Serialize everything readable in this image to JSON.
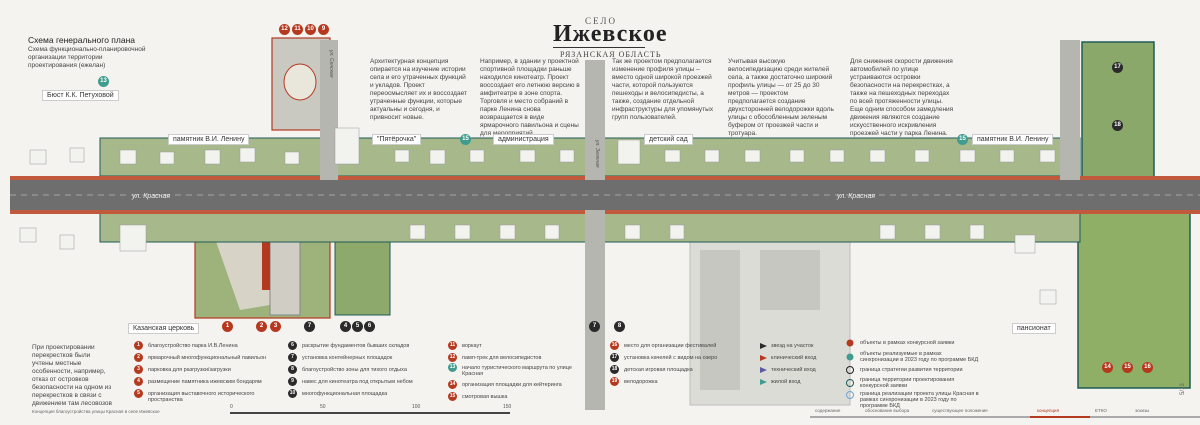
{
  "header": {
    "village_prefix": "СЕЛО",
    "village_name": "Ижевское",
    "region": "РЯЗАНСКАЯ ОБЛАСТЬ"
  },
  "scheme": {
    "title": "Схема генерального плана",
    "subtitle": "Схема функционально-планировочной организации территории проектирования (ежелан)"
  },
  "paragraphs": {
    "p1": "Архитектурная концепция опирается на изучение истории села и его утраченных функций и укладов. Проект переосмысляет их и воссоздает утраченные функции, которые актуальны и сегодня, и привносит новые.",
    "p2": "Например, в здании у проектной спортивной площадки раньше находился кинотеатр. Проект воссоздает его летнюю версию в амфитеатре в зоне спорта. Торговля и место собраний в парке Ленина снова возвращается в виде ярмарочного павильона и сцены для мероприятий.",
    "p3": "Так же проектом предполагается изменение профиля улицы – вместо одной широкой проезжей части, которой пользуются пешеходы и велосипедисты, а также, создание отдельной инфраструктуры для упомянутых групп пользователей.",
    "p4": "Учитывая высокую велосипедизацию среди жителей села, а также достаточно широкий профиль улицы — от 25 до 30 метров — проектом предполагается создание двухсторонней велодорожки вдоль улицы с обособленным зеленым буфером от проезжей части и тротуара.",
    "p5": "Для снижения скорости движения автомобилей по улице устраиваются островки безопасности на перекрестках, а также на пешеходных переходах по всей протяженности улицы. Еще одним способом замедления движения являются создание искусственного искривления проезжей части у парка Ленина.",
    "p6": "При проектировании перекрестков были учтены местные особенности, например, отказ от островков безопасности на одном из перекрестков в связи с движением там лесовозов"
  },
  "tags": {
    "bust": "Бюст К.К. Петуховой",
    "lenin1": "памятник В.И. Ленину",
    "pyaterochka": "\"Пятёрочка\"",
    "admin": "администрация",
    "kindergarten": "детский сад",
    "lenin2": "памятник В.И. Ленину",
    "church": "Казанская церковь",
    "pension": "пансионат"
  },
  "streets": {
    "main_left": "ул. Красная",
    "main_right": "ул. Красная",
    "cross1": "ул. Сенская",
    "cross2": "ул. Зеленая"
  },
  "badges": {
    "top": [
      "12",
      "11",
      "10",
      "9"
    ],
    "bottom_left": [
      "1",
      "2",
      "3",
      "7"
    ],
    "bottom_mid": [
      "4",
      "5",
      "6"
    ],
    "bottom_right": [
      "7",
      "8"
    ],
    "bust": "13",
    "admin": "15",
    "lenin2": "15",
    "top_right": [
      "17",
      "18"
    ],
    "pension": [
      "14",
      "15",
      "16"
    ]
  },
  "legend": {
    "col1": [
      {
        "n": "1",
        "t": "благоустройство парка И.В.Ленина"
      },
      {
        "n": "2",
        "t": "ярмарочный многофункциональный павильон"
      },
      {
        "n": "3",
        "t": "парковка для разгрузки/загрузки"
      },
      {
        "n": "4",
        "t": "размещение памятника ижевским бондарям"
      },
      {
        "n": "5",
        "t": "организация выставочного исторического пространства"
      }
    ],
    "col2": [
      {
        "n": "6",
        "t": "раскрытие фундаментов бывших складов"
      },
      {
        "n": "7",
        "t": "установка контейнерных площадок"
      },
      {
        "n": "8",
        "t": "благоустройство зоны для тихого отдыха"
      },
      {
        "n": "9",
        "t": "навес для кинотеатра под открытым небом"
      },
      {
        "n": "10",
        "t": "многофункциональная площадка"
      }
    ],
    "col3": [
      {
        "n": "11",
        "t": "воркаут"
      },
      {
        "n": "12",
        "t": "памп-трек для велосипедистов"
      },
      {
        "n": "13",
        "t": "начало туристического маршрута по улице Красная"
      },
      {
        "n": "14",
        "t": "организация площадки для кейтеринга"
      },
      {
        "n": "15",
        "t": "смотровая вышка"
      }
    ],
    "col4": [
      {
        "n": "16",
        "t": "место для организации фестивалей"
      },
      {
        "n": "17",
        "t": "установка качелей с видом на озеро"
      },
      {
        "n": "18",
        "t": "детская игровая площадка"
      },
      {
        "n": "19",
        "t": "велодорожка"
      }
    ],
    "col5": [
      "звезд на участок",
      "клинический вход",
      "технический вход",
      "жилой вход"
    ],
    "col6": [
      "объекты в рамках конкурсной заявки",
      "объекты реализуемые в рамках синхронизации в 2023 году по программе БКД",
      "граница стратегии развития территории",
      "граница территории проектирования конкурсной заявки",
      "граница реализации проекта улицы Красная в рамках синхронизации в 2023 году по программе БКД"
    ]
  },
  "footer": {
    "caption": "Концепция благоустройства улицы Красная в селе Ижевское",
    "scale": [
      "0",
      "50",
      "100",
      "150"
    ],
    "bar_labels": [
      "содержание",
      "обоснование выбора",
      "существующее положение",
      "концепция",
      "ЕТКО",
      "эскизы"
    ],
    "side": "5/13"
  },
  "colors": {
    "accent": "#b5391f",
    "teal": "#3f9c8f",
    "road": "#6e6e6e",
    "green": "#7f9a5a"
  }
}
